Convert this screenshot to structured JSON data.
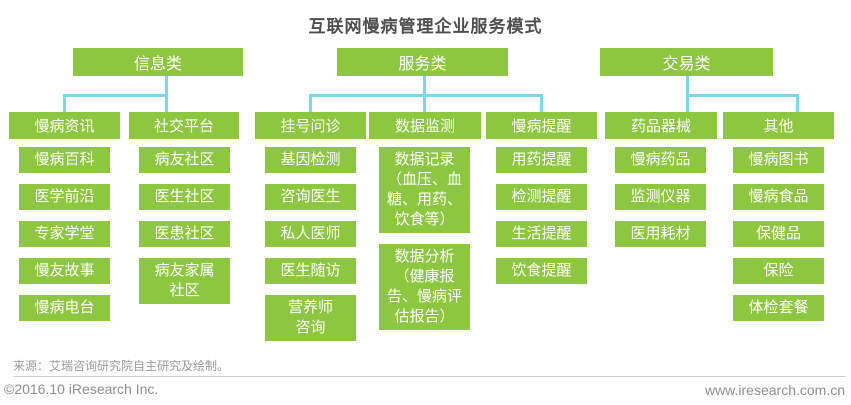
{
  "title": "互联网慢病管理企业服务模式",
  "source_note": "来源：艾瑞咨询研究院自主研究及绘制。",
  "footer": {
    "copyright": "©2016.10 iResearch Inc.",
    "website": "www.iresearch.com.cn"
  },
  "colors": {
    "box_green": "#8DC63F",
    "connector_blue": "#7FD4F0",
    "title_gray": "#4F4F4F",
    "footer_gray": "#8E8E8E"
  },
  "groups": [
    {
      "label": "信息类",
      "columns": [
        {
          "header": "慢病资讯",
          "items": [
            "慢病百科",
            "医学前沿",
            "专家学堂",
            "慢友故事",
            "慢病电台"
          ]
        },
        {
          "header": "社交平台",
          "items": [
            "病友社区",
            "医生社区",
            "医患社区",
            "病友家属\n社区"
          ]
        }
      ]
    },
    {
      "label": "服务类",
      "columns": [
        {
          "header": "挂号问诊",
          "items": [
            "基因检测",
            "咨询医生",
            "私人医师",
            "医生随访",
            "营养师\n咨询"
          ]
        },
        {
          "header": "数据监测",
          "items": [
            "数据记录\n（血压、血糖、用药、饮食等）",
            "数据分析\n（健康报告、慢病评估报告）"
          ]
        },
        {
          "header": "慢病提醒",
          "items": [
            "用药提醒",
            "检测提醒",
            "生活提醒",
            "饮食提醒"
          ]
        }
      ]
    },
    {
      "label": "交易类",
      "columns": [
        {
          "header": "药品器械",
          "items": [
            "慢病药品",
            "监测仪器",
            "医用耗材"
          ]
        },
        {
          "header": "其他",
          "items": [
            "慢病图书",
            "慢病食品",
            "保健品",
            "保险",
            "体检套餐"
          ]
        }
      ]
    }
  ]
}
